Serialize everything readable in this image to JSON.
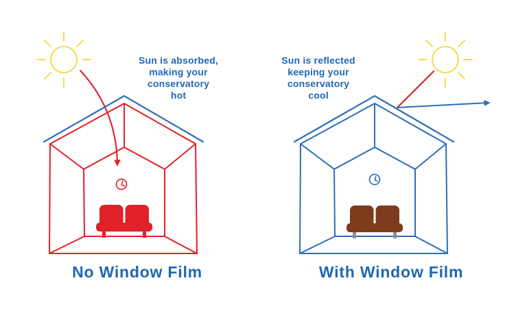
{
  "colors": {
    "background": "#FFFFFF",
    "red": "#E02127",
    "blue": "#2B6DB7",
    "text_blue": "#1E67B2",
    "yellow": "#F2D93C",
    "brown": "#7C3B1D",
    "leg_gray": "#8F8F8F"
  },
  "panels": {
    "left": {
      "annotation_lines": [
        "Sun is absorbed,",
        "making your",
        "conservatory",
        "hot"
      ],
      "label": "No Window Film",
      "icons": {
        "sun": "sun-icon",
        "arrow": "absorbed-sun-arrow-icon",
        "clock": "clock-icon",
        "sofa": "sofa-icon",
        "house": "conservatory-outline"
      }
    },
    "right": {
      "annotation_lines": [
        "Sun is reflected",
        "keeping your",
        "conservatory",
        "cool"
      ],
      "label": "With Window Film",
      "icons": {
        "sun": "sun-icon",
        "incoming_beam": "sun-beam-icon",
        "reflected_arrow": "reflected-arrow-icon",
        "clock": "clock-icon",
        "sofa": "sofa-icon",
        "house": "conservatory-outline"
      }
    }
  }
}
